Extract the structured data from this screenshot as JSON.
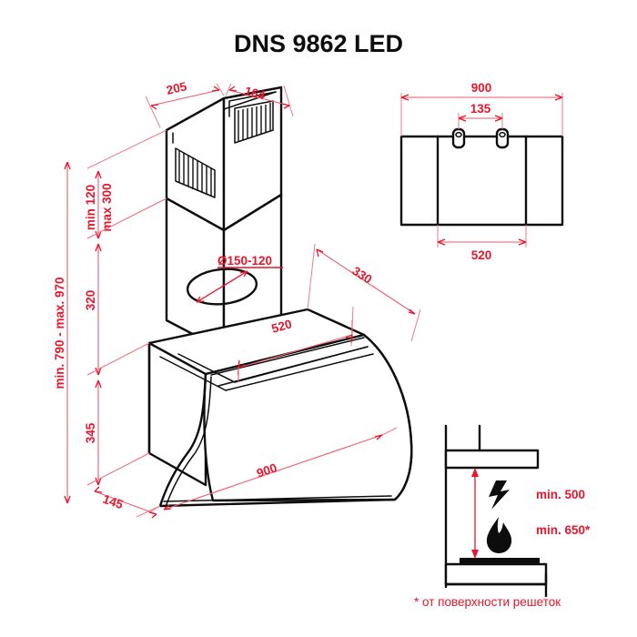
{
  "page": {
    "title": "DNS 9862 LED",
    "background_color": "#ffffff",
    "line_color": "#0d0d0d",
    "dimension_color": "#e8152b"
  },
  "main_view": {
    "name": "isometric-hood-view",
    "dimensions": {
      "chimney_top_depth": "205",
      "chimney_top_width": "164",
      "chimney_travel_min": "min 120",
      "chimney_travel_max": "max 300",
      "duct_diameter": "Ø150-120",
      "chimney_lower_height": "320",
      "body_height": "345",
      "total_height": "min. 790 - max. 970",
      "canopy_depth": "330",
      "body_depth_inner": "520",
      "back_depth": "145",
      "body_width": "900"
    }
  },
  "top_view": {
    "name": "top-plan-view",
    "dimensions": {
      "overall_width": "900",
      "bracket_spacing": "135",
      "center_body_width": "520"
    }
  },
  "clearance_view": {
    "name": "installation-clearance-view",
    "electric": {
      "icon": "lightning-bolt-icon",
      "label": "min. 500"
    },
    "gas": {
      "icon": "flame-icon",
      "label": "min. 650*"
    },
    "footnote": "* от поверхности решеток"
  }
}
